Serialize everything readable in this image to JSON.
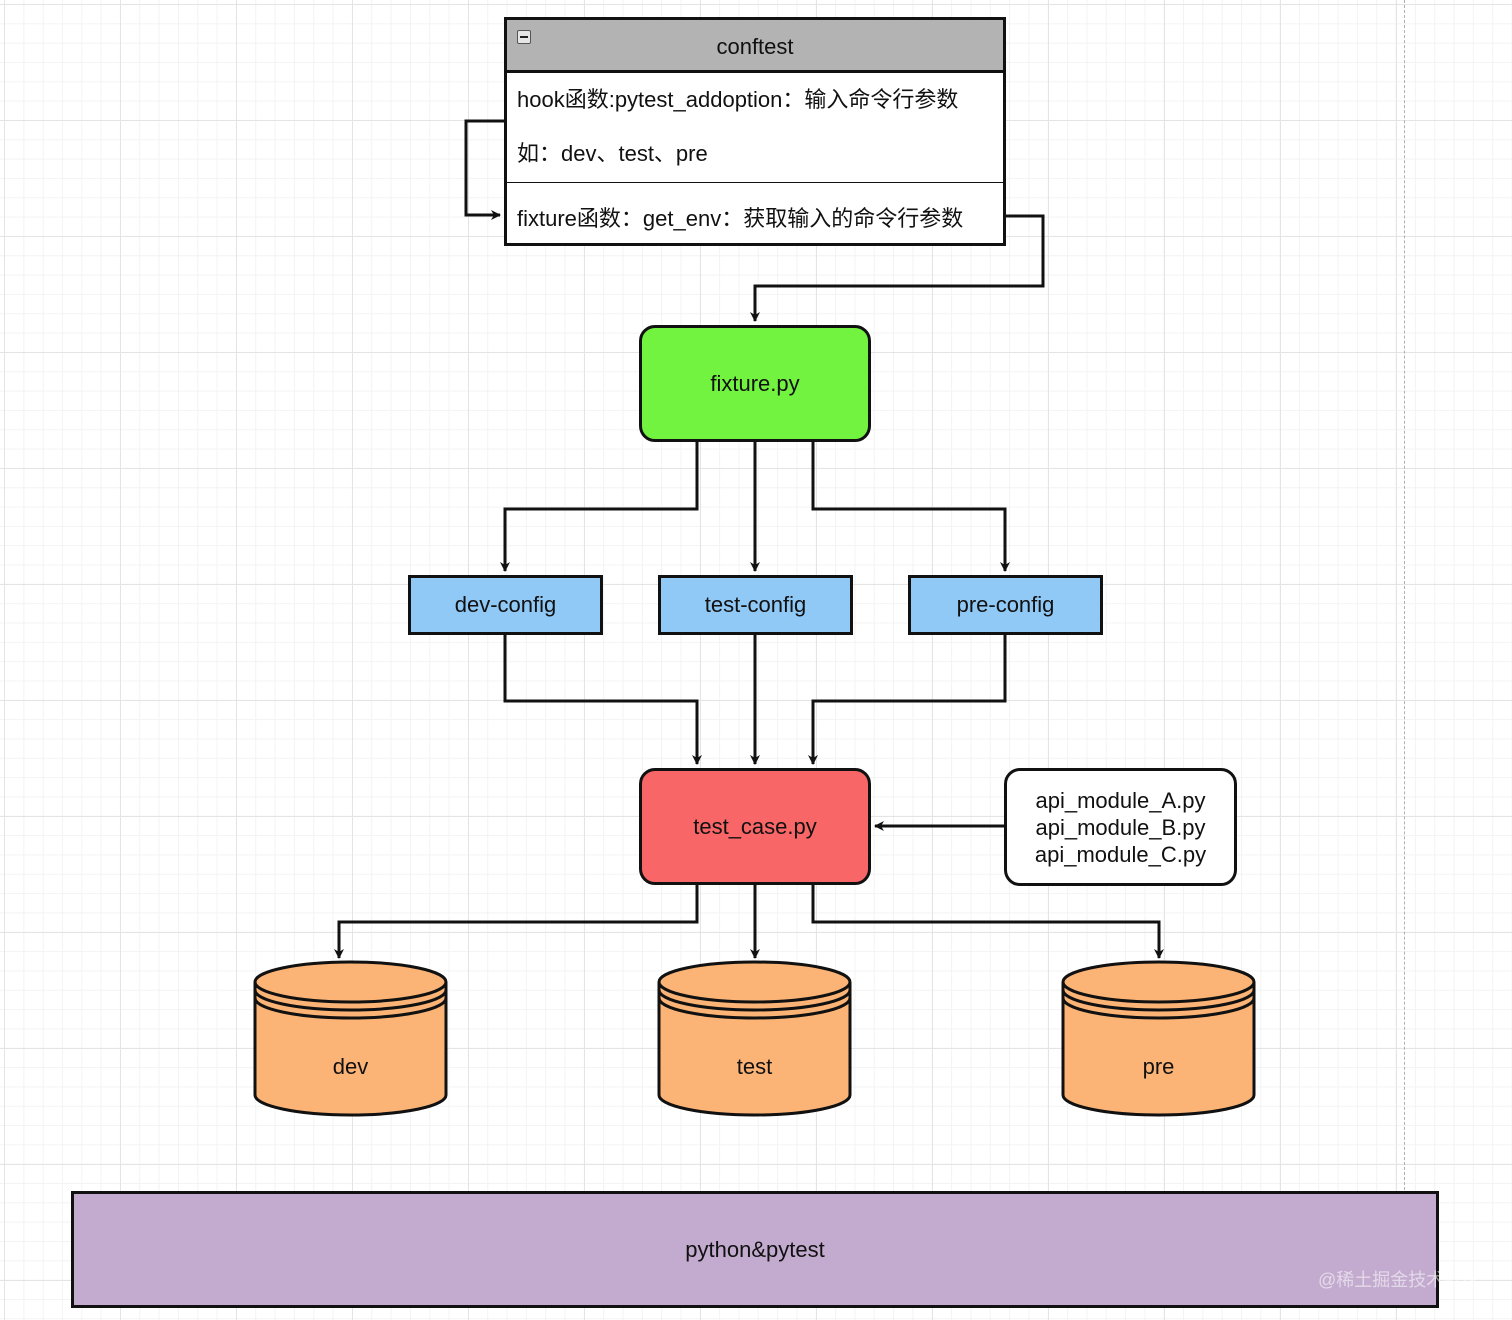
{
  "conftest": {
    "title": "conftest",
    "hook_line": "hook函数:pytest_addoption：输入命令行参数",
    "example_line": "如：dev、test、pre",
    "fixture_line": "fixture函数：get_env：获取输入的命令行参数"
  },
  "fixture": {
    "label": "fixture.py"
  },
  "configs": [
    "dev-config",
    "test-config",
    "pre-config"
  ],
  "test_case": {
    "label": "test_case.py"
  },
  "api_modules": [
    "api_module_A.py",
    "api_module_B.py",
    "api_module_C.py"
  ],
  "databases": [
    "dev",
    "test",
    "pre"
  ],
  "base": {
    "label": "python&pytest"
  },
  "watermark": "@稀土掘金技术社区",
  "colors": {
    "fixture": "#72f340",
    "config": "#90c8f6",
    "test_case": "#f86667",
    "database": "#fbb476",
    "base": "#c3abd0",
    "header": "#b3b3b3"
  }
}
